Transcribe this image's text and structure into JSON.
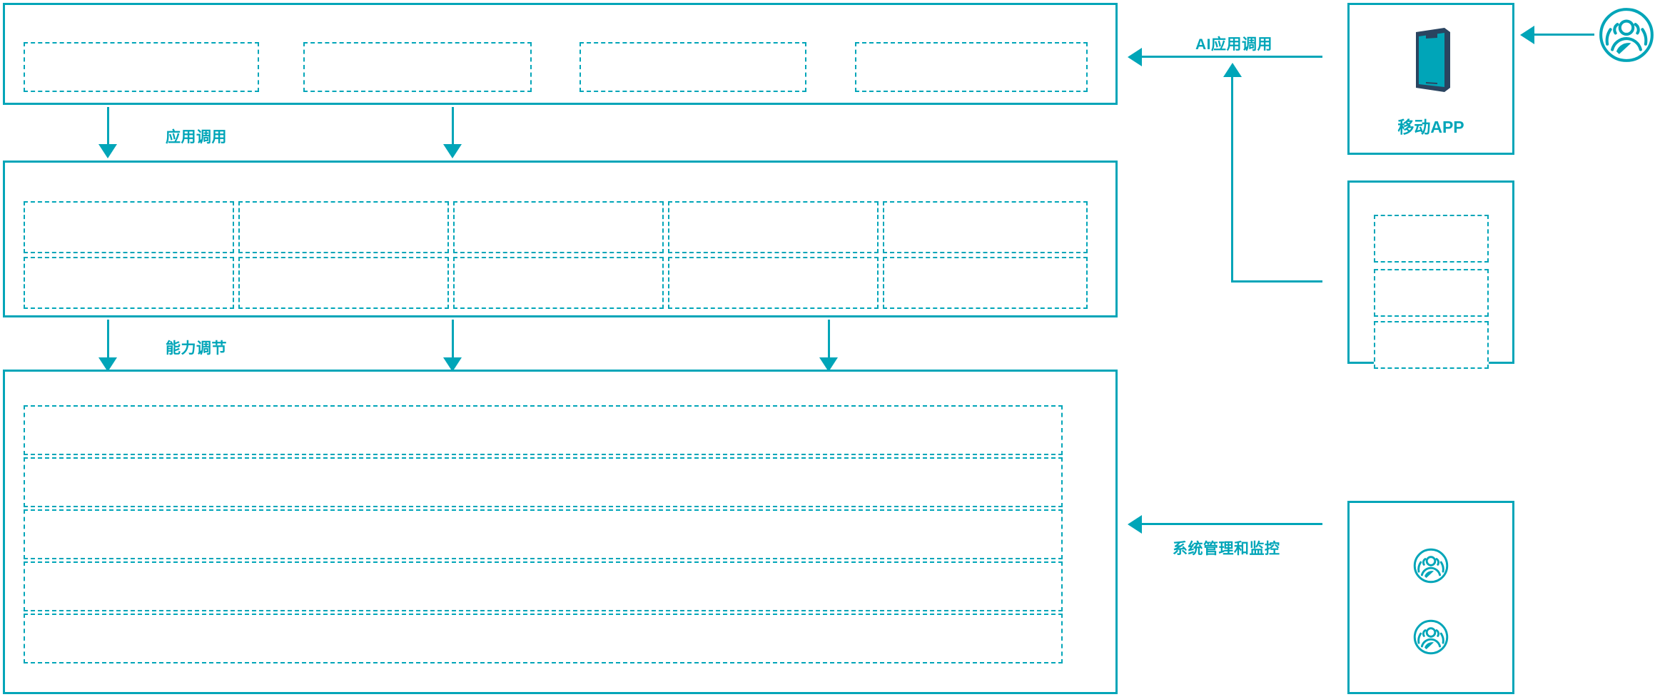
{
  "theme": {
    "accent": "#00a5b8",
    "phone_frame": "#2a4460",
    "phone_screen": "#00a5b8",
    "background": "#ffffff"
  },
  "diagram": {
    "type": "architecture-layer-diagram",
    "left_stack": {
      "layers": [
        {
          "id": "application-layer",
          "name": "application-layer-panel",
          "placeholders": 4,
          "placeholder_layout": "1x4",
          "label": ""
        },
        {
          "id": "capability-layer",
          "name": "capability-layer-panel",
          "placeholders": 10,
          "placeholder_layout": "2x5",
          "label": ""
        },
        {
          "id": "platform-layer",
          "name": "platform-layer-panel",
          "placeholders": 5,
          "placeholder_layout": "5x1",
          "label": ""
        }
      ]
    },
    "right_stack": {
      "cards": [
        {
          "id": "mobile-app-card",
          "caption": "移动APP",
          "icon": "smartphone-icon"
        },
        {
          "id": "channel-card",
          "caption": "",
          "placeholders": 3
        },
        {
          "id": "operations-card",
          "caption": "",
          "icons": [
            "user-group-icon",
            "user-group-icon"
          ]
        }
      ],
      "external_actor": {
        "id": "end-user-actor",
        "icon": "user-group-icon",
        "label": ""
      }
    },
    "connectors": [
      {
        "id": "app-invoke",
        "label": "应用调用",
        "direction": "down",
        "arrows": 2
      },
      {
        "id": "capability-tune",
        "label": "能力调节",
        "direction": "down",
        "arrows": 3
      },
      {
        "id": "ai-app-invoke",
        "label": "AI应用调用",
        "direction": "left",
        "arrows": 1
      },
      {
        "id": "user-to-app",
        "label": "",
        "direction": "left",
        "arrows": 1
      },
      {
        "id": "sys-mgmt-monitor",
        "label": "系统管理和监控",
        "direction": "left",
        "arrows": 1
      }
    ]
  }
}
